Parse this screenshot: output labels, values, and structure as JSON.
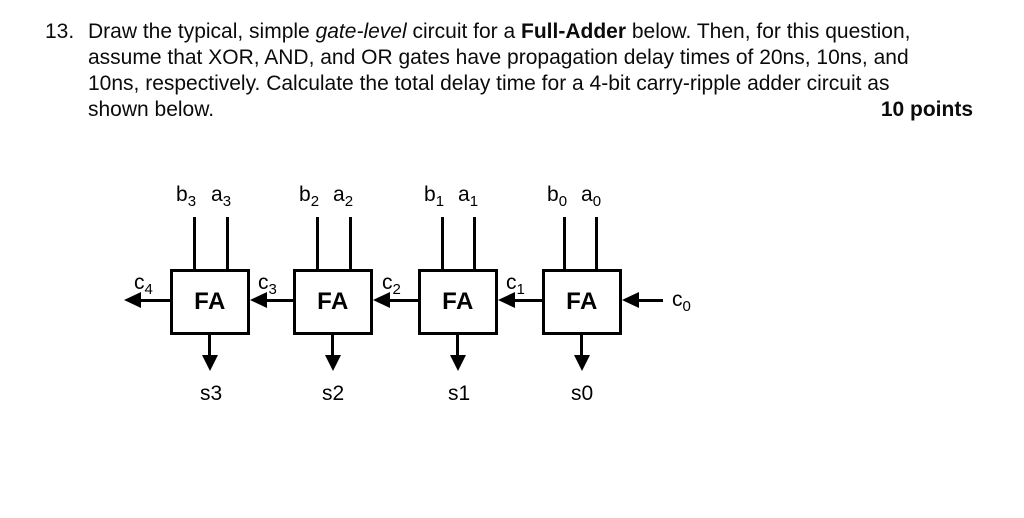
{
  "question": {
    "number": "13.",
    "line1_pre": "Draw the typical, simple ",
    "line1_italic": "gate-level",
    "line1_mid": " circuit for a ",
    "line1_bold": "Full-Adder",
    "line1_post": " below. Then, for this question,",
    "line2": "assume that XOR, AND, and OR gates have propagation delay times of 20ns, 10ns, and",
    "line3": "10ns, respectively. Calculate the total delay time for a 4-bit carry-ripple adder circuit as",
    "line4": "shown below.",
    "points": "10 points"
  },
  "diagram": {
    "type": "4-bit carry-ripple adder",
    "full_adders": [
      {
        "label": "FA",
        "input_b": {
          "base": "b",
          "sub": "3"
        },
        "input_a": {
          "base": "a",
          "sub": "3"
        },
        "sum": "s3"
      },
      {
        "label": "FA",
        "input_b": {
          "base": "b",
          "sub": "2"
        },
        "input_a": {
          "base": "a",
          "sub": "2"
        },
        "sum": "s2"
      },
      {
        "label": "FA",
        "input_b": {
          "base": "b",
          "sub": "1"
        },
        "input_a": {
          "base": "a",
          "sub": "1"
        },
        "sum": "s1"
      },
      {
        "label": "FA",
        "input_b": {
          "base": "b",
          "sub": "0"
        },
        "input_a": {
          "base": "a",
          "sub": "0"
        },
        "sum": "s0"
      }
    ],
    "carries": {
      "c4": {
        "base": "c",
        "sub": "4"
      },
      "c3": {
        "base": "c",
        "sub": "3"
      },
      "c2": {
        "base": "c",
        "sub": "2"
      },
      "c1": {
        "base": "c",
        "sub": "1"
      },
      "c0": {
        "base": "c",
        "sub": "0"
      }
    },
    "colors": {
      "line": "#000000",
      "background": "#ffffff",
      "text": "#000000"
    }
  }
}
